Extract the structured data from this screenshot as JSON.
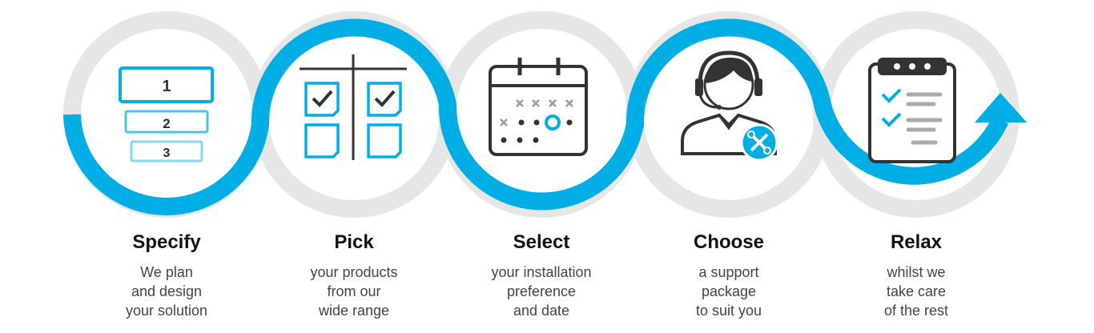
{
  "colors": {
    "accent": "#00aee6",
    "ring_gray": "#e6e6e6",
    "icon_dark": "#333333",
    "icon_light_blue": "#6ccae9"
  },
  "steps": [
    {
      "title": "Specify",
      "desc": [
        "We plan",
        "and design",
        "your solution"
      ],
      "icon": "numbered-list-icon",
      "list_numbers": [
        "1",
        "2",
        "3"
      ]
    },
    {
      "title": "Pick",
      "desc": [
        "your products",
        "from our",
        "wide range"
      ],
      "icon": "checkbox-grid-icon"
    },
    {
      "title": "Select",
      "desc": [
        "your installation",
        "preference",
        "and date"
      ],
      "icon": "calendar-icon"
    },
    {
      "title": "Choose",
      "desc": [
        "a support",
        "package",
        "to suit you"
      ],
      "icon": "support-agent-icon"
    },
    {
      "title": "Relax",
      "desc": [
        "whilst we",
        "take care",
        "of the rest"
      ],
      "icon": "checklist-clipboard-icon"
    }
  ]
}
